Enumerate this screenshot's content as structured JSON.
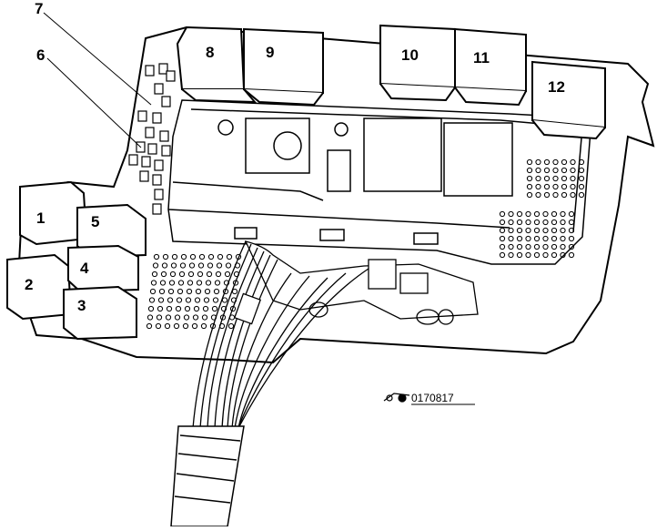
{
  "figure": {
    "relays": [
      {
        "id": "1",
        "label": "1"
      },
      {
        "id": "2",
        "label": "2"
      },
      {
        "id": "3",
        "label": "3"
      },
      {
        "id": "4",
        "label": "4"
      },
      {
        "id": "5",
        "label": "5"
      },
      {
        "id": "8",
        "label": "8"
      },
      {
        "id": "9",
        "label": "9"
      },
      {
        "id": "10",
        "label": "10"
      },
      {
        "id": "11",
        "label": "11"
      },
      {
        "id": "12",
        "label": "12"
      }
    ],
    "leaders": [
      {
        "id": "6",
        "label": "6"
      },
      {
        "id": "7",
        "label": "7"
      }
    ],
    "reference_code": "0170817"
  }
}
